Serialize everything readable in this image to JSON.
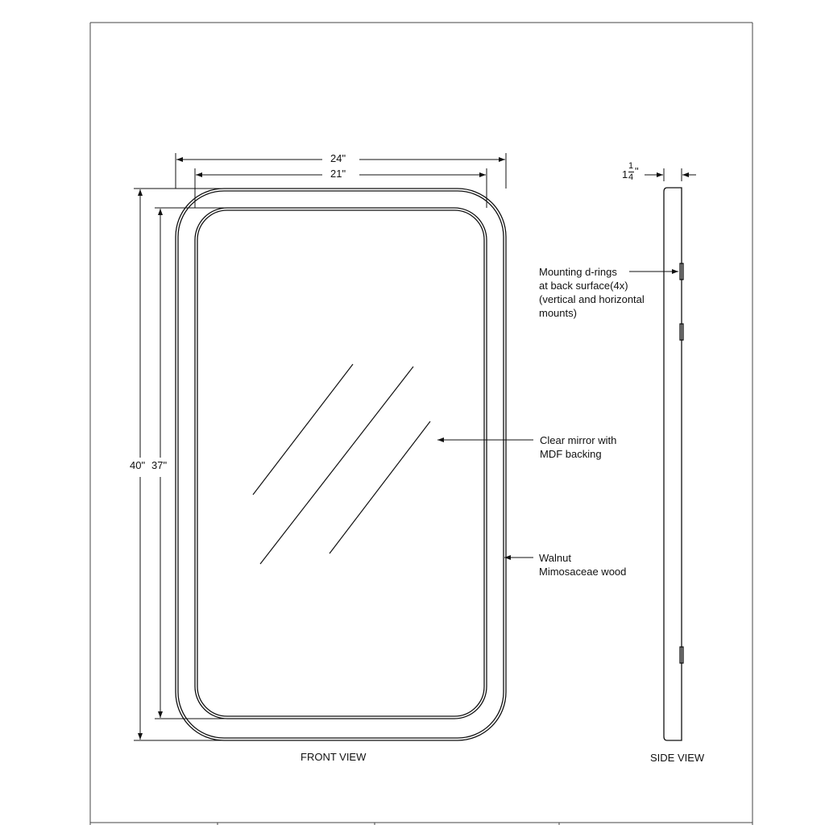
{
  "dimensions": {
    "outer_width": "24\"",
    "inner_width": "21\"",
    "outer_height": "40\"",
    "inner_height": "37\"",
    "depth_whole": "1",
    "depth_num": "1",
    "depth_den": "4",
    "depth_unit": "\""
  },
  "callouts": {
    "mounting_1": "Mounting d-rings",
    "mounting_2": "at back surface(4x)",
    "mounting_3": "(vertical and horizontal",
    "mounting_4": "mounts)",
    "mirror_1": "Clear mirror with",
    "mirror_2": "MDF backing",
    "wood_1": "Walnut",
    "wood_2": "Mimosaceae wood"
  },
  "views": {
    "front": "FRONT VIEW",
    "side": "SIDE VIEW"
  }
}
